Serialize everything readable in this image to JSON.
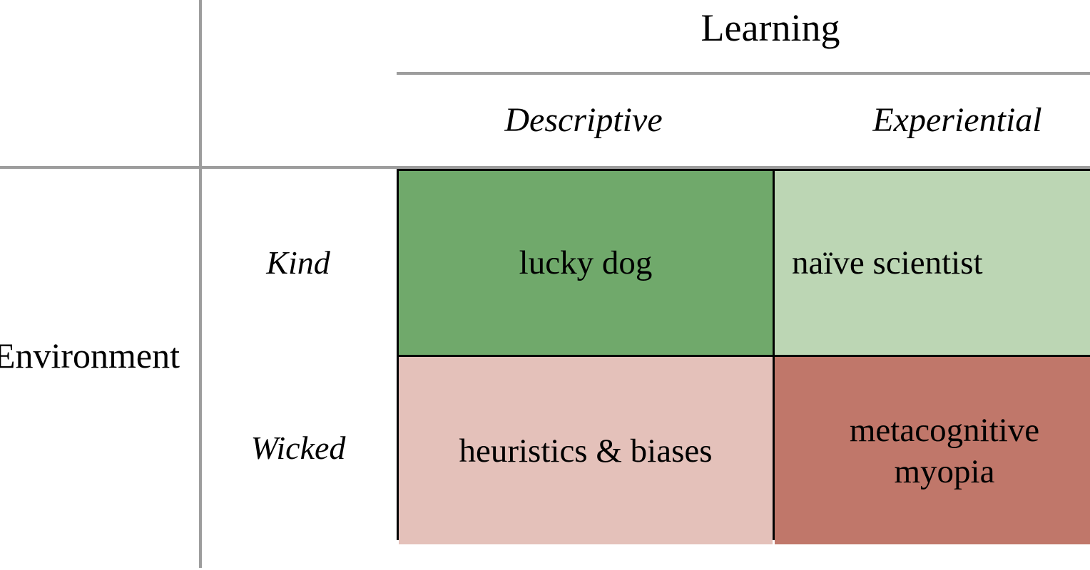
{
  "figure": {
    "type": "2x2-matrix",
    "column_group_label": "Learning",
    "row_group_label": "Environment",
    "columns": [
      {
        "key": "descriptive",
        "label": "Descriptive"
      },
      {
        "key": "experiential",
        "label": "Experiential"
      }
    ],
    "rows": [
      {
        "key": "kind",
        "label": "Kind"
      },
      {
        "key": "wicked",
        "label": "Wicked"
      }
    ],
    "cells": [
      {
        "row": "Kind",
        "column": "Descriptive",
        "text": "lucky dog",
        "color": "#70a96b"
      },
      {
        "row": "Kind",
        "column": "Experiential",
        "text": "naïve scientist",
        "color": "#bcd6b4"
      },
      {
        "row": "Wicked",
        "column": "Descriptive",
        "text": "heuristics & biases",
        "color": "#e4c1ba"
      },
      {
        "row": "Wicked",
        "column": "Experiential",
        "text": "metacognitive myopia",
        "color": "#c0776a"
      }
    ],
    "colors": {
      "kind_descriptive": "#70a96b",
      "kind_experiential": "#bcd6b4",
      "wicked_descriptive": "#e4c1ba",
      "wicked_experiential": "#c0776a",
      "rule": "#9d9d9d",
      "cell_border": "#000000",
      "text": "#000000",
      "background": "#ffffff"
    }
  }
}
